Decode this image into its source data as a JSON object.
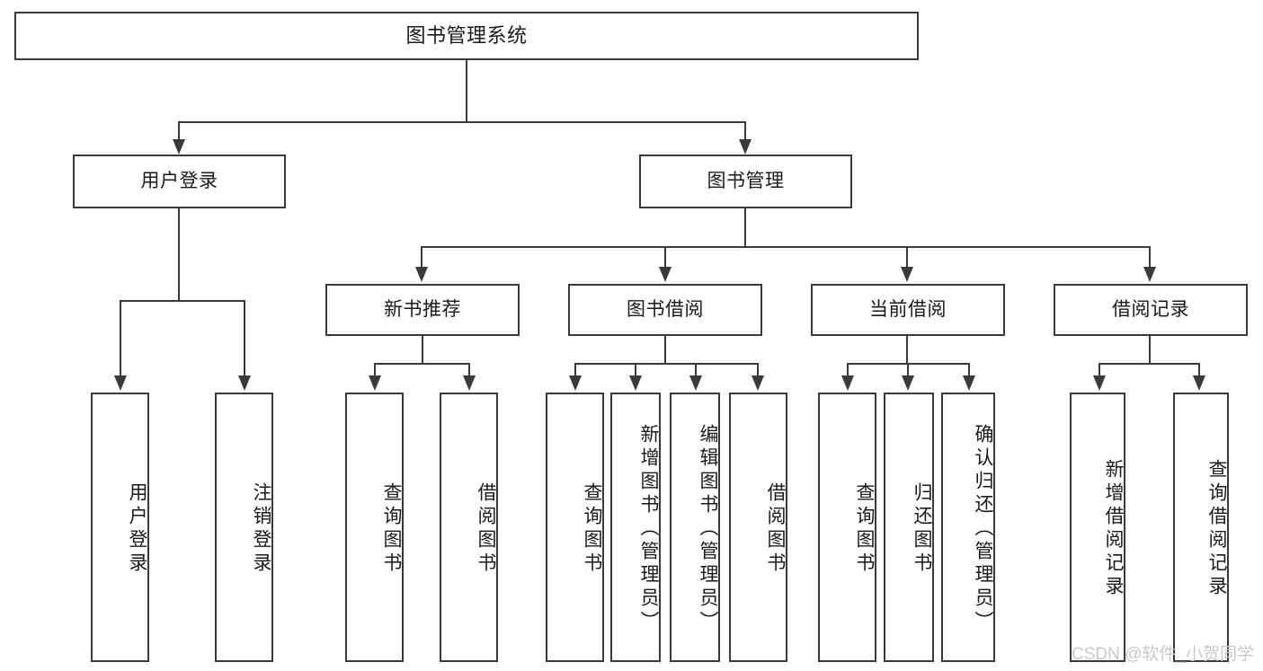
{
  "diagram": {
    "type": "tree-hierarchy",
    "title": "图书管理系统",
    "orientation": "top-down",
    "line_color": "#3a3a3a",
    "box_fill": "#ffffff",
    "text_color": "#1a1a1a",
    "watermark": "CSDN @软件_小贺同学",
    "watermark_color": "#c9c9c9"
  },
  "nodes": {
    "root": {
      "label": "图书管理系统"
    },
    "level2": [
      {
        "label": "用户登录"
      },
      {
        "label": "图书管理"
      }
    ],
    "level3": [
      {
        "label": "新书推荐"
      },
      {
        "label": "图书借阅"
      },
      {
        "label": "当前借阅"
      },
      {
        "label": "借阅记录"
      }
    ],
    "leaves": {
      "user_login": [
        {
          "label": "用户登录"
        },
        {
          "label": "注销登录"
        }
      ],
      "new_book_recommend": [
        {
          "label": "查询图书"
        },
        {
          "label": "借阅图书"
        }
      ],
      "book_borrow": [
        {
          "label": "查询图书"
        },
        {
          "label": "新增图书（管理员）"
        },
        {
          "label": "编辑图书（管理员）"
        },
        {
          "label": "借阅图书"
        }
      ],
      "current_borrow": [
        {
          "label": "查询图书"
        },
        {
          "label": "归还图书"
        },
        {
          "label": "确认归还（管理员）"
        }
      ],
      "borrow_record": [
        {
          "label": "新增借阅记录"
        },
        {
          "label": "查询借阅记录"
        }
      ]
    }
  }
}
